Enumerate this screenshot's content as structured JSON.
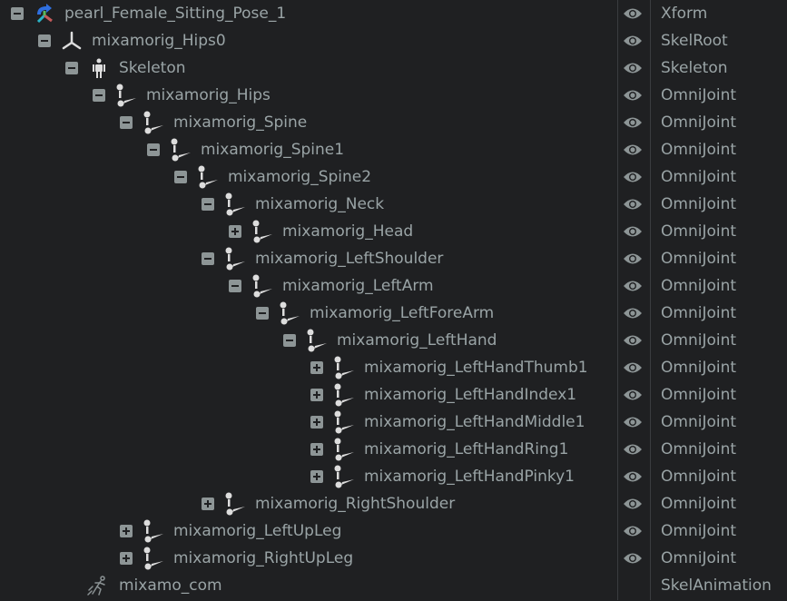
{
  "rows": [
    {
      "level": 0,
      "toggle": "minus",
      "icon": "xform-icon",
      "name": "pearl_Female_Sitting_Pose_1",
      "type": "Xform",
      "visible": true
    },
    {
      "level": 1,
      "toggle": "minus",
      "icon": "skelroot-icon",
      "name": "mixamorig_Hips0",
      "type": "SkelRoot",
      "visible": true
    },
    {
      "level": 2,
      "toggle": "minus",
      "icon": "skeleton-icon",
      "name": "Skeleton",
      "type": "Skeleton",
      "visible": true
    },
    {
      "level": 3,
      "toggle": "minus",
      "icon": "joint-icon",
      "name": "mixamorig_Hips",
      "type": "OmniJoint",
      "visible": true
    },
    {
      "level": 4,
      "toggle": "minus",
      "icon": "joint-icon",
      "name": "mixamorig_Spine",
      "type": "OmniJoint",
      "visible": true
    },
    {
      "level": 5,
      "toggle": "minus",
      "icon": "joint-icon",
      "name": "mixamorig_Spine1",
      "type": "OmniJoint",
      "visible": true
    },
    {
      "level": 6,
      "toggle": "minus",
      "icon": "joint-icon",
      "name": "mixamorig_Spine2",
      "type": "OmniJoint",
      "visible": true
    },
    {
      "level": 7,
      "toggle": "minus",
      "icon": "joint-icon",
      "name": "mixamorig_Neck",
      "type": "OmniJoint",
      "visible": true
    },
    {
      "level": 8,
      "toggle": "plus",
      "icon": "joint-icon",
      "name": "mixamorig_Head",
      "type": "OmniJoint",
      "visible": true
    },
    {
      "level": 7,
      "toggle": "minus",
      "icon": "joint-icon",
      "name": "mixamorig_LeftShoulder",
      "type": "OmniJoint",
      "visible": true
    },
    {
      "level": 8,
      "toggle": "minus",
      "icon": "joint-icon",
      "name": "mixamorig_LeftArm",
      "type": "OmniJoint",
      "visible": true
    },
    {
      "level": 9,
      "toggle": "minus",
      "icon": "joint-icon",
      "name": "mixamorig_LeftForeArm",
      "type": "OmniJoint",
      "visible": true
    },
    {
      "level": 10,
      "toggle": "minus",
      "icon": "joint-icon",
      "name": "mixamorig_LeftHand",
      "type": "OmniJoint",
      "visible": true
    },
    {
      "level": 11,
      "toggle": "plus",
      "icon": "joint-icon",
      "name": "mixamorig_LeftHandThumb1",
      "type": "OmniJoint",
      "visible": true
    },
    {
      "level": 11,
      "toggle": "plus",
      "icon": "joint-icon",
      "name": "mixamorig_LeftHandIndex1",
      "type": "OmniJoint",
      "visible": true
    },
    {
      "level": 11,
      "toggle": "plus",
      "icon": "joint-icon",
      "name": "mixamorig_LeftHandMiddle1",
      "type": "OmniJoint",
      "visible": true
    },
    {
      "level": 11,
      "toggle": "plus",
      "icon": "joint-icon",
      "name": "mixamorig_LeftHandRing1",
      "type": "OmniJoint",
      "visible": true
    },
    {
      "level": 11,
      "toggle": "plus",
      "icon": "joint-icon",
      "name": "mixamorig_LeftHandPinky1",
      "type": "OmniJoint",
      "visible": true
    },
    {
      "level": 7,
      "toggle": "plus",
      "icon": "joint-icon",
      "name": "mixamorig_RightShoulder",
      "type": "OmniJoint",
      "visible": true
    },
    {
      "level": 4,
      "toggle": "plus",
      "icon": "joint-icon",
      "name": "mixamorig_LeftUpLeg",
      "type": "OmniJoint",
      "visible": true
    },
    {
      "level": 4,
      "toggle": "plus",
      "icon": "joint-icon",
      "name": "mixamorig_RightUpLeg",
      "type": "OmniJoint",
      "visible": true
    },
    {
      "level": 2,
      "toggle": "none",
      "icon": "animation-icon",
      "name": "mixamo_com",
      "type": "SkelAnimation",
      "visible": false
    }
  ]
}
